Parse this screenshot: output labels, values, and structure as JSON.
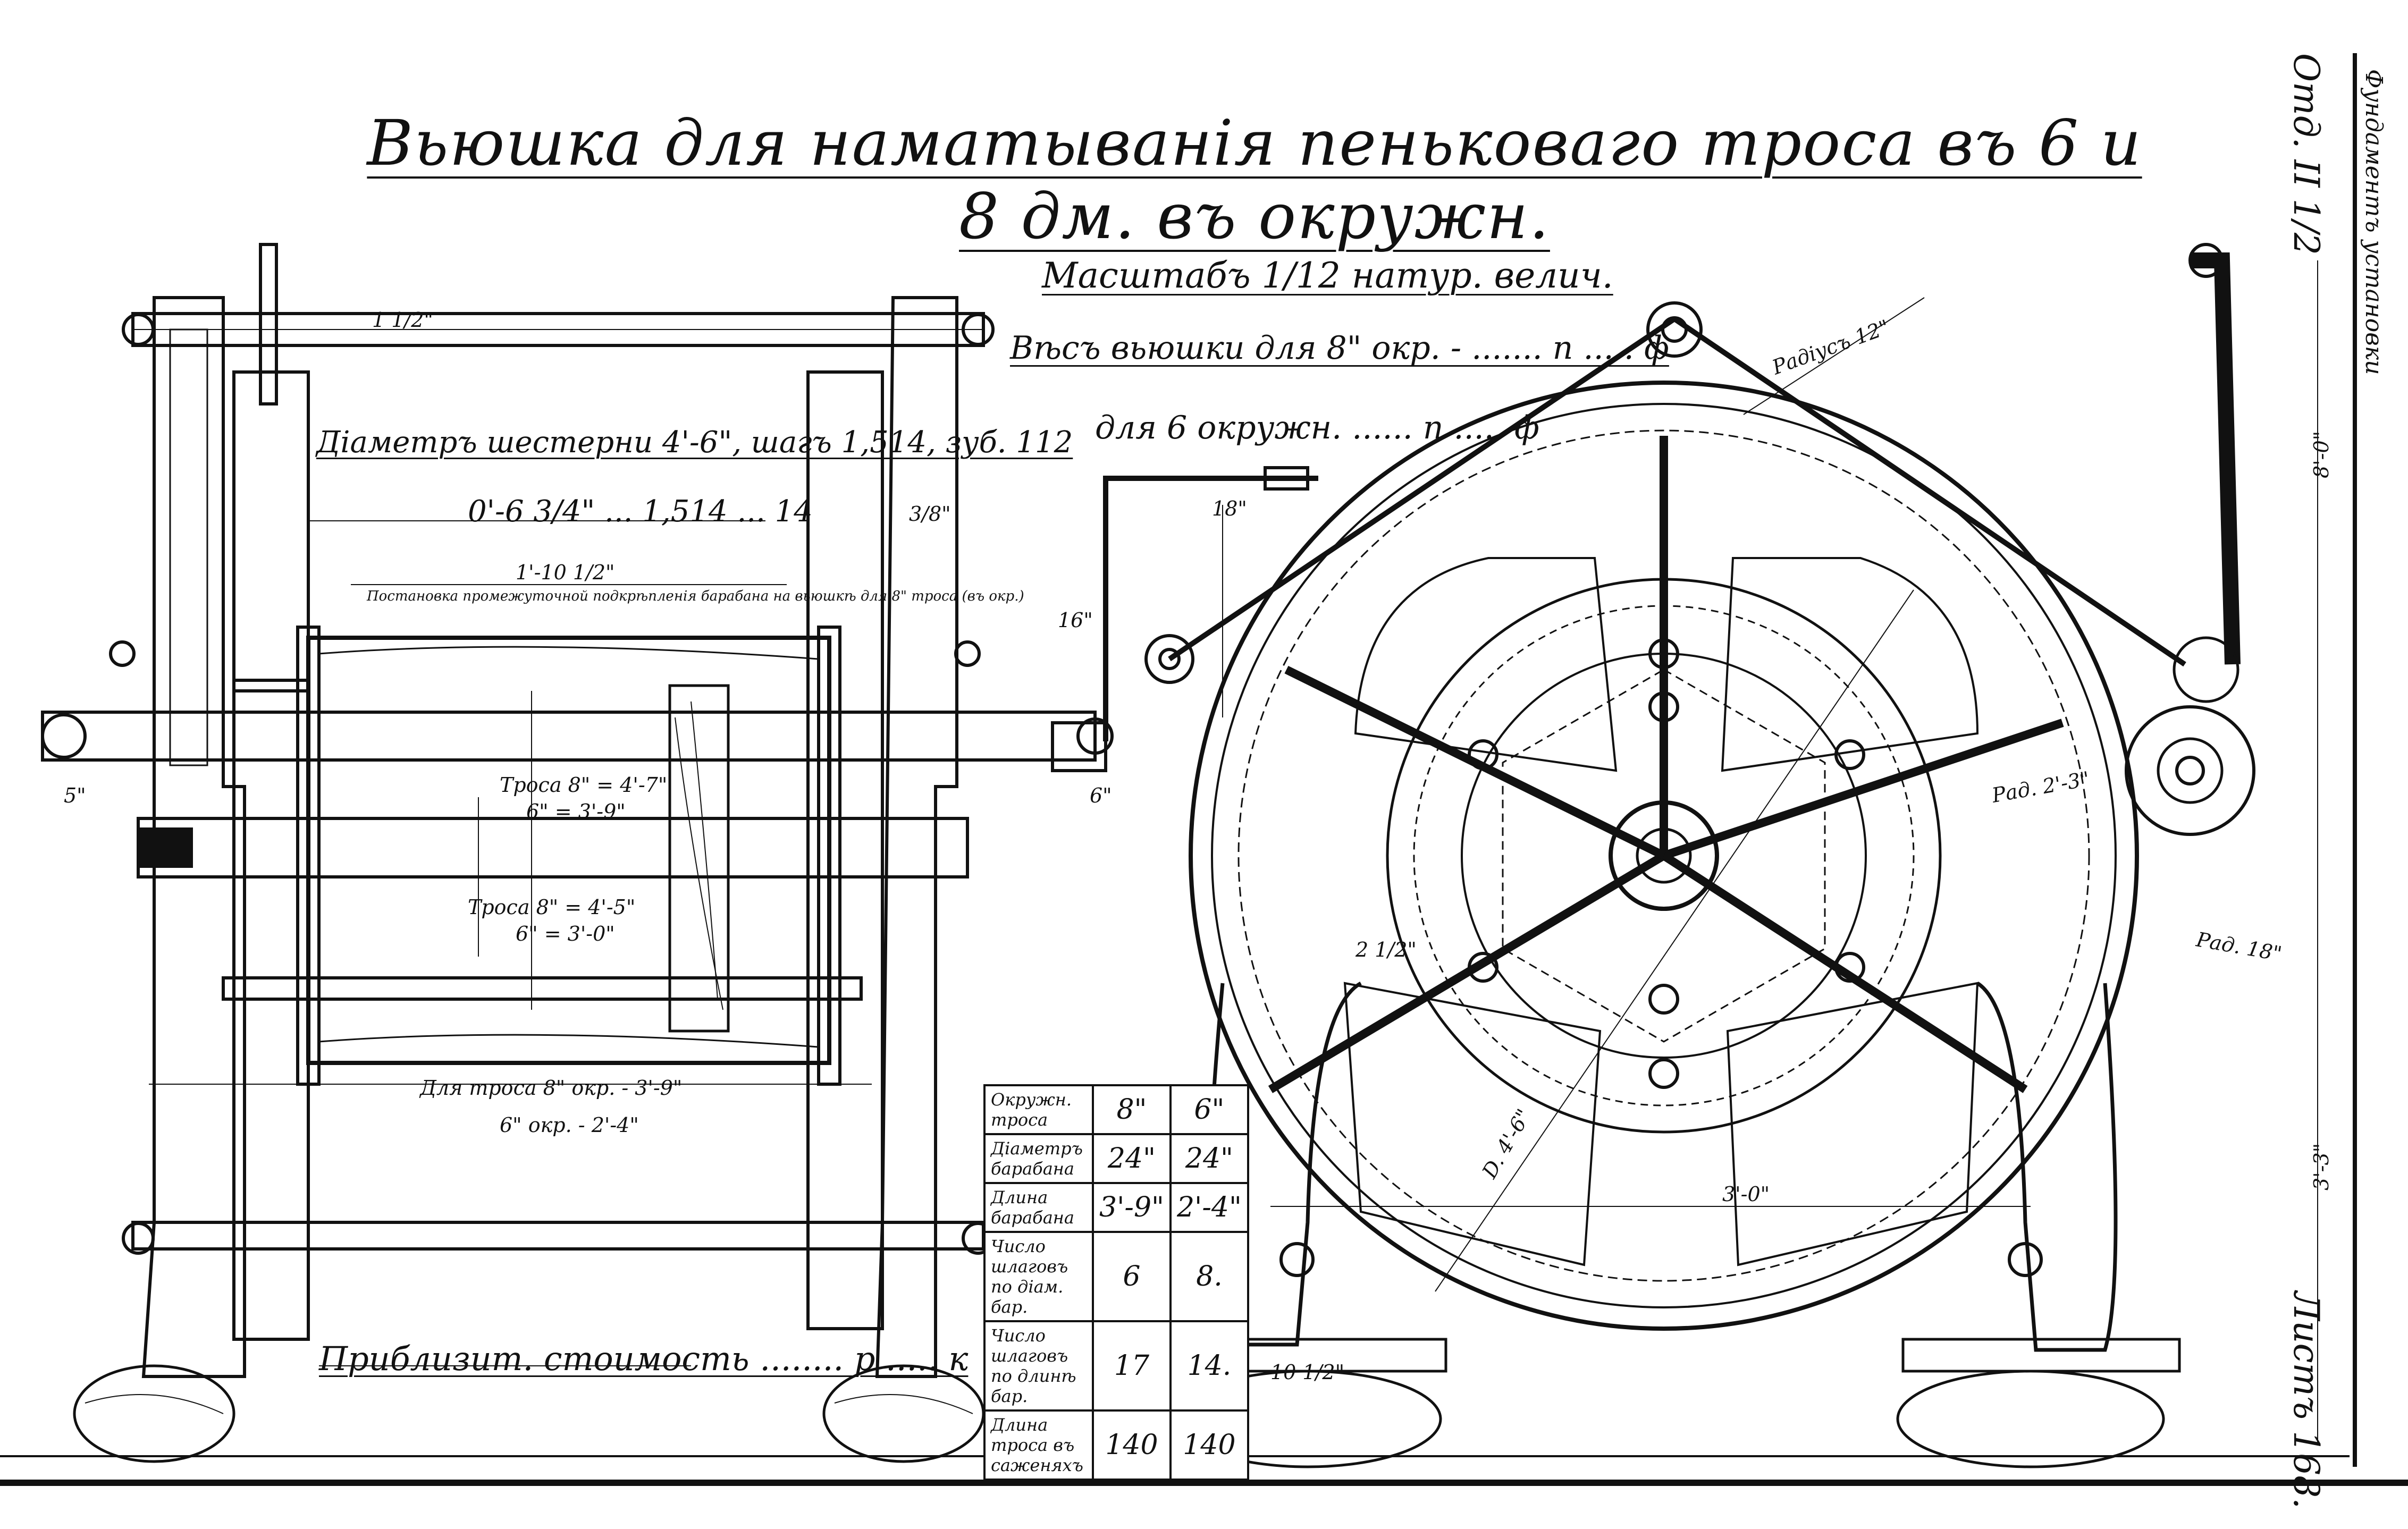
{
  "title": "Вьюшка для наматыванія пеньковаго троса въ 6 и 8 дм. въ окружн.",
  "scale_note": "Масштабъ 1/12 натур. велич.",
  "weight_8": "Вѣсъ вьюшки для 8\" окр. - ....... п ..... ф",
  "weight_6": "для 6 окружн. ...... п ..... ф",
  "gear_note_1": "Діаметръ шестерни 4'-6\", шагъ 1,514, зуб. 112",
  "gear_note_2": "0'-6 3/4\" ... 1,514 ... 14",
  "price_note": "Приблизит. стоимость ........ р ..... к",
  "sheet_label": "Листъ 168.",
  "department_label": "Отд. II 1/2",
  "side_note": "Фундаментъ установки",
  "spec_table": {
    "rows": [
      {
        "label": "Окружн. троса",
        "v8": "8\"",
        "v6": "6\""
      },
      {
        "label": "Діаметръ барабана",
        "v8": "24\"",
        "v6": "24\""
      },
      {
        "label": "Длина барабана",
        "v8": "3'-9\"",
        "v6": "2'-4\""
      },
      {
        "label": "Число шлаговъ по діам. бар.",
        "v8": "6",
        "v6": "8."
      },
      {
        "label": "Число шлаговъ по длинѣ бар.",
        "v8": "17",
        "v6": "14."
      },
      {
        "label": "Длина троса въ саженяхъ",
        "v8": "140",
        "v6": "140"
      }
    ]
  },
  "dimensions": {
    "d1": "1 1/2\"",
    "d2": "3/8\"",
    "d3": "1'-10 1/2\"",
    "d4": "Троса 8\" = 4'-7\"",
    "d5": "6\" = 3'-9\"",
    "d6": "Троса 8\" = 4'-5\"",
    "d7": "6\" = 3'-0\"",
    "d8": "Для троса 8\" окр. - 3'-9\"",
    "d9": "6\" окр. - 2'-4\"",
    "d10": "5\"",
    "d11": "6\"",
    "d12": "18\"",
    "d13": "16\"",
    "d14": "Радіусъ 12\"",
    "d15": "Рад. 2'-3\"",
    "d16": "Рад. 18\"",
    "d17": "3'-0\"",
    "d18": "8'-0\"",
    "d19": "3'-3\"",
    "d20": "D. 4'-6\"",
    "d21": "10 1/2\"",
    "d22": "2 1/2\""
  },
  "note_spacer": "Постановка промежуточной подкрѣпленія барабана на вьюшкѣ для 8\" троса (въ окр.)"
}
